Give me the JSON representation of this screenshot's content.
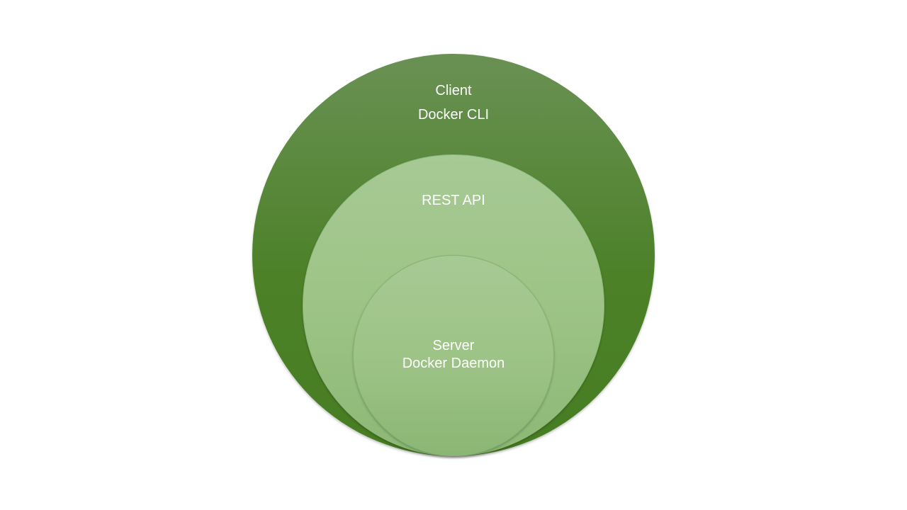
{
  "diagram": {
    "outer": {
      "line1": "Client",
      "line2": "Docker CLI"
    },
    "middle": {
      "line1": "REST API"
    },
    "inner": {
      "line1": "Server",
      "line2": "Docker Daemon"
    }
  },
  "colors": {
    "outer_fill": "#4c8128",
    "middle_fill": "#9dc486",
    "inner_fill": "#9cc385",
    "text": "#ffffff",
    "background": "#ffffff"
  }
}
